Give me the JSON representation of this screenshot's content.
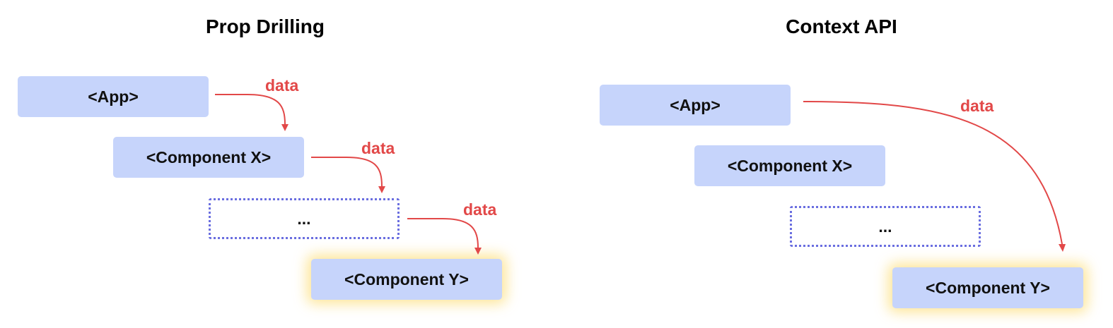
{
  "left": {
    "title": "Prop Drilling",
    "nodes": [
      "<App>",
      "<Component X>",
      "...",
      "<Component Y>"
    ],
    "arrow_labels": [
      "data",
      "data",
      "data"
    ]
  },
  "right": {
    "title": "Context API",
    "nodes": [
      "<App>",
      "<Component X>",
      "...",
      "<Component Y>"
    ],
    "arrow_labels": [
      "data"
    ]
  },
  "colors": {
    "node_fill": "#c6d4fb",
    "dashed_border": "#6a6ee0",
    "arrow": "#e24848",
    "highlight_glow": "#fcdd78"
  }
}
